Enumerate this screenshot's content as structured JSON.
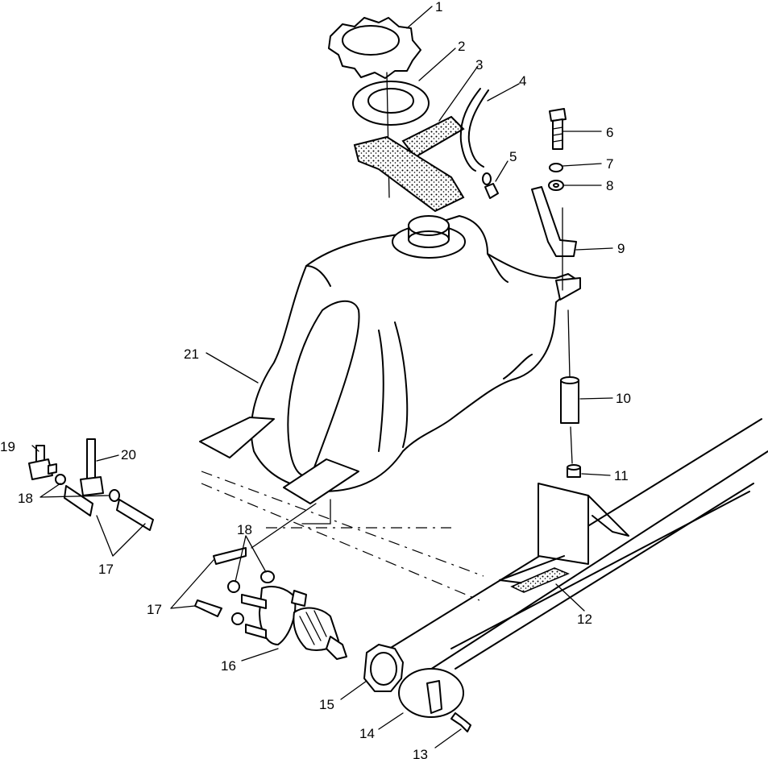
{
  "callouts": [
    {
      "id": "1",
      "text": "1"
    },
    {
      "id": "2",
      "text": "2"
    },
    {
      "id": "3",
      "text": "3"
    },
    {
      "id": "4",
      "text": "4"
    },
    {
      "id": "5",
      "text": "5"
    },
    {
      "id": "6",
      "text": "6"
    },
    {
      "id": "7",
      "text": "7"
    },
    {
      "id": "8",
      "text": "8"
    },
    {
      "id": "9",
      "text": "9"
    },
    {
      "id": "10",
      "text": "10"
    },
    {
      "id": "11",
      "text": "11"
    },
    {
      "id": "12",
      "text": "12"
    },
    {
      "id": "13",
      "text": "13"
    },
    {
      "id": "14",
      "text": "14"
    },
    {
      "id": "15",
      "text": "15"
    },
    {
      "id": "16",
      "text": "16"
    },
    {
      "id": "17a",
      "text": "17"
    },
    {
      "id": "17b",
      "text": "17"
    },
    {
      "id": "18a",
      "text": "18"
    },
    {
      "id": "18b",
      "text": "18"
    },
    {
      "id": "19",
      "text": "19"
    },
    {
      "id": "20",
      "text": "20"
    },
    {
      "id": "21",
      "text": "21"
    }
  ]
}
